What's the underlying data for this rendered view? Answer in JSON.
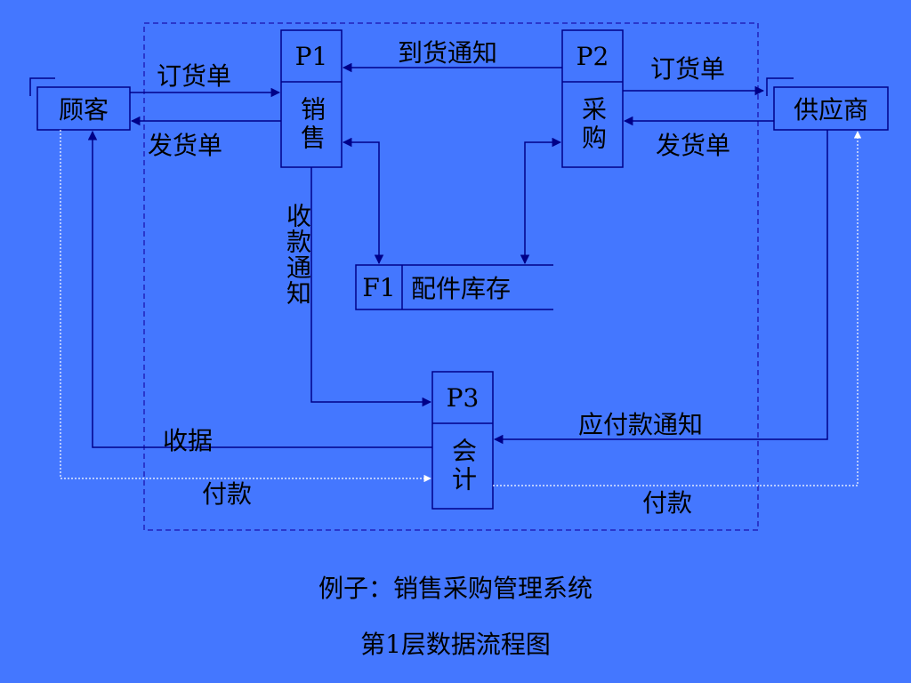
{
  "entities": {
    "customer": "顾客",
    "supplier": "供应商"
  },
  "processes": {
    "p1": {
      "id": "P1",
      "name": "销售"
    },
    "p2": {
      "id": "P2",
      "name": "采购"
    },
    "p3": {
      "id": "P3",
      "name": "会计"
    }
  },
  "store": {
    "id": "F1",
    "name": "配件库存"
  },
  "flows": {
    "arrival_notice": "到货通知",
    "order_customer": "订货单",
    "delivery_customer": "发货单",
    "order_supplier": "订货单",
    "delivery_supplier": "发货单",
    "collection_notice": "收款通知",
    "payable_notice": "应付款通知",
    "receipt": "收据",
    "payment_customer": "付款",
    "payment_supplier": "付款"
  },
  "caption": {
    "line1": "例子：销售采购管理系统",
    "line2": "第1层数据流程图"
  },
  "colors": {
    "background": "#4477ff",
    "boundary": "#2222bb",
    "line": "#000088",
    "dotted": "#ffffff"
  }
}
